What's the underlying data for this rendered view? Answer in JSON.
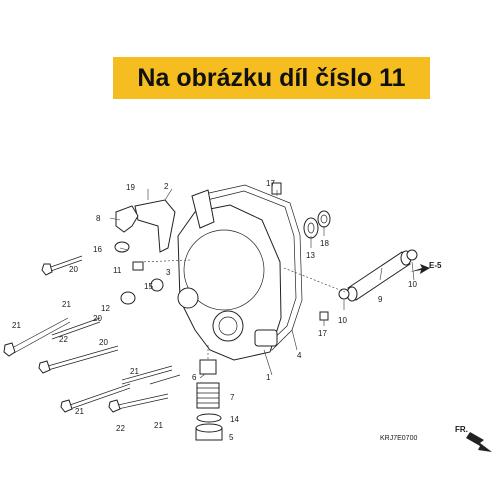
{
  "banner": {
    "text": "Na obrázku díl číslo 11",
    "color": "#f5bd1f"
  },
  "callouts": {
    "c1": "1",
    "c2": "2",
    "c3": "3",
    "c4": "4",
    "c5": "5",
    "c6": "6",
    "c7": "7",
    "c8": "8",
    "c9": "9",
    "c10a": "10",
    "c10b": "10",
    "c11": "11",
    "c12": "12",
    "c13": "13",
    "c14": "14",
    "c15": "15",
    "c16": "16",
    "c17a": "17",
    "c17b": "17",
    "c18": "18",
    "c19": "19",
    "c20a": "20",
    "c20b": "20",
    "c20c": "20",
    "c21a": "21",
    "c21b": "21",
    "c21c": "21",
    "c21d": "21",
    "c21e": "21",
    "c22a": "22",
    "c22b": "22"
  },
  "reference": {
    "e5": "E-5",
    "fr": "FR.",
    "diagram_code": "KRJ7E0700"
  }
}
